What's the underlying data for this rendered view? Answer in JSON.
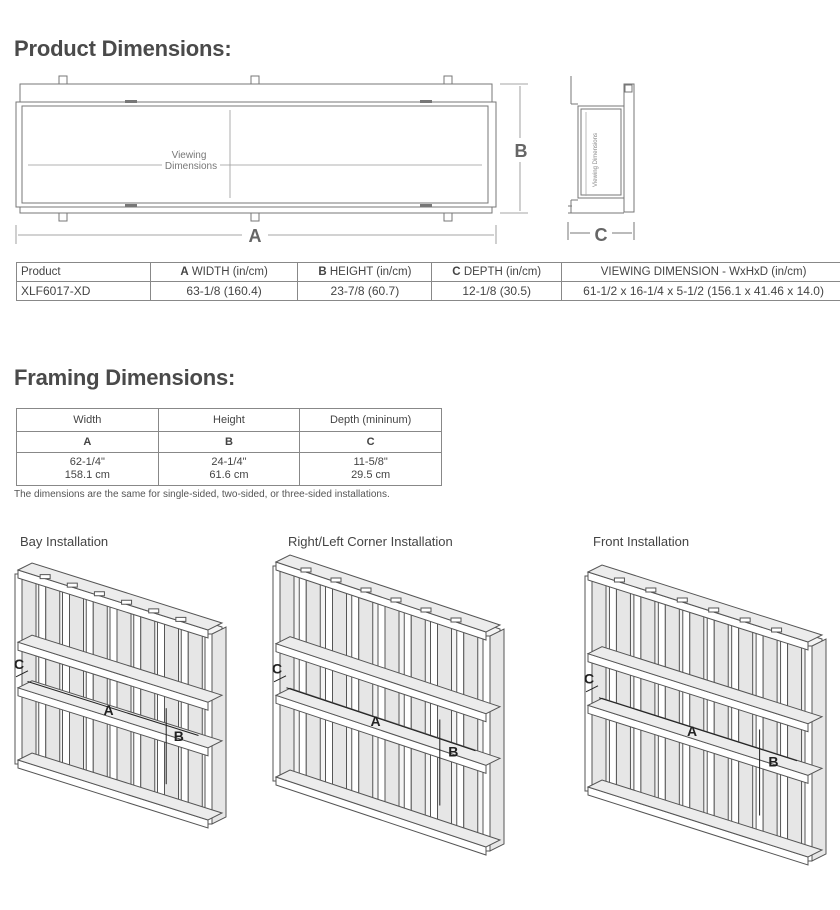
{
  "product": {
    "title": "Product Dimensions:",
    "diagram": {
      "viewing_label_1": "Viewing",
      "viewing_label_2": "Dimensions",
      "side_viewing_label": "Viewing Dimensions",
      "label_a": "A",
      "label_b": "B",
      "label_c": "C"
    },
    "table": {
      "headers": {
        "product": "Product",
        "width_letter": "A",
        "width": "WIDTH (in/cm)",
        "height_letter": "B",
        "height": "HEIGHT (in/cm)",
        "depth_letter": "C",
        "depth": "DEPTH (in/cm)",
        "viewing": "VIEWING DIMENSION - WxHxD (in/cm)"
      },
      "row": {
        "product": "XLF6017-XD",
        "width": "63-1/8 (160.4)",
        "height": "23-7/8 (60.7)",
        "depth": "12-1/8 (30.5)",
        "viewing": "61-1/2 x 16-1/4 x 5-1/2 (156.1 x 41.46 x 14.0)"
      }
    }
  },
  "framing": {
    "title": "Framing Dimensions:",
    "table": {
      "headers": [
        "Width",
        "Height",
        "Depth (mininum)"
      ],
      "letters": [
        "A",
        "B",
        "C"
      ],
      "in": [
        "62-1/4\"",
        "24-1/4\"",
        "11-5/8\""
      ],
      "cm": [
        "158.1 cm",
        "61.6 cm",
        "29.5 cm"
      ]
    },
    "note": "The dimensions are the same for single-sided, two-sided, or three-sided installations.",
    "installs": [
      {
        "title": "Bay Installation",
        "a": "A",
        "b": "B",
        "c": "C"
      },
      {
        "title": "Right/Left Corner Installation",
        "a": "A",
        "b": "B",
        "c": "C"
      },
      {
        "title": "Front Installation",
        "a": "A",
        "b": "B",
        "c": "C"
      }
    ]
  }
}
